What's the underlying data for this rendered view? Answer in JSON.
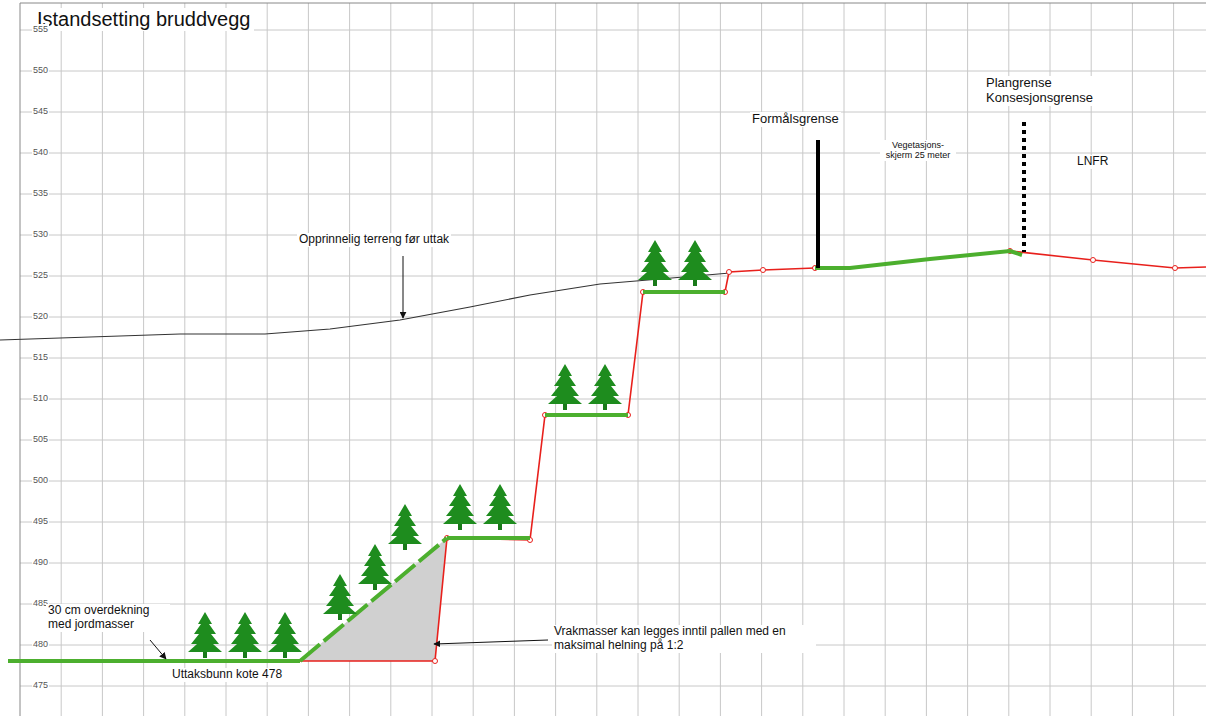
{
  "diagram": {
    "title": "Istandsetting bruddvegg",
    "labels": [
      "555",
      "550",
      "545",
      "540",
      "535",
      "530",
      "525",
      "520",
      "515",
      "510",
      "505",
      "500",
      "495",
      "490",
      "485",
      "480",
      "475",
      "Opprinnelig terreng før uttak",
      "Formålsgrense",
      "Vegetasjons- skjerm 25 meter",
      "Plangrense Konsesjonsgrense",
      "LNFR",
      "30 cm overdekning med jordmasser",
      "Uttaksbunn kote 478",
      "Vrakmasser kan legges inntil pallen med en maksimal helning på 1:2"
    ]
  }
}
